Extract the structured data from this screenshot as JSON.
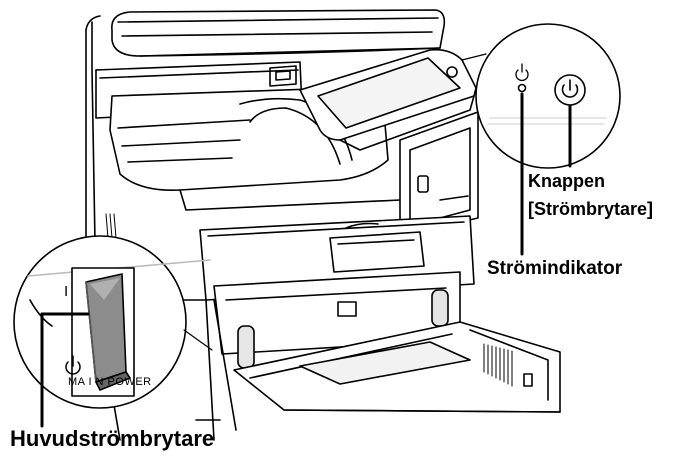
{
  "labels": {
    "power_button_line1": "Knappen",
    "power_button_line2": "[Strömbrytare]",
    "power_indicator": "Strömindikator",
    "main_switch": "Huvudströmbrytare"
  },
  "switch_inset": {
    "on_mark": "I",
    "power_text": "MA I N POWER"
  },
  "colors": {
    "line": "#000000",
    "body": "#ffffff",
    "shade": "#e6e6e6",
    "switch_rocker": "#8c8c8c"
  },
  "icons": [
    "power-symbol-icon",
    "indicator-light-icon"
  ]
}
